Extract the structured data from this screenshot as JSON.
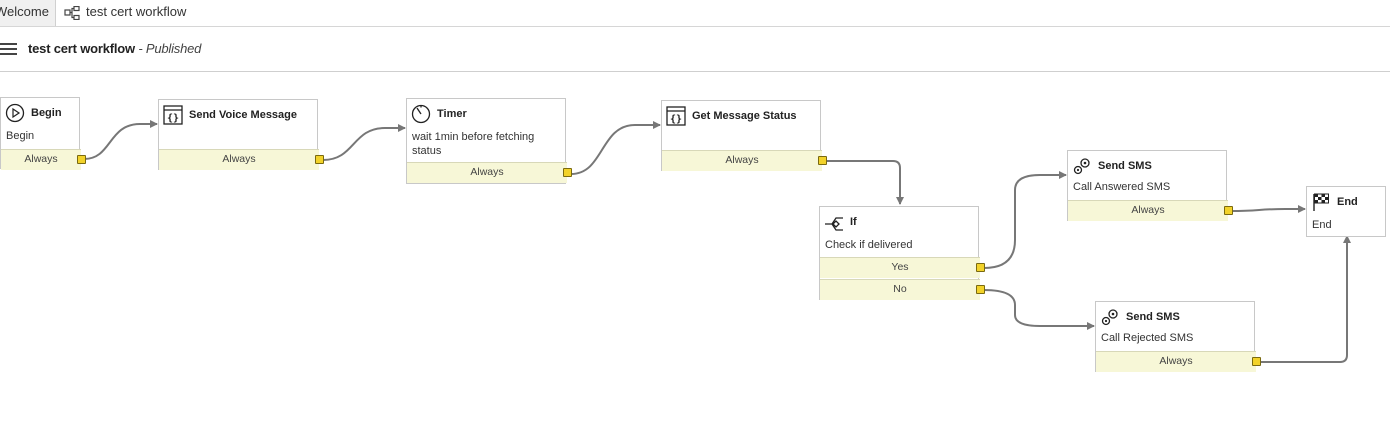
{
  "tabs": [
    {
      "label": "Welcome"
    },
    {
      "label": "test cert workflow"
    }
  ],
  "header": {
    "title": "test cert workflow",
    "status": "- Published"
  },
  "nodes": {
    "begin": {
      "title": "Begin",
      "description": "Begin",
      "ports": [
        "Always"
      ]
    },
    "send_voice": {
      "title": "Send Voice Message",
      "description": "",
      "ports": [
        "Always"
      ]
    },
    "timer": {
      "title": "Timer",
      "description": "wait 1min before fetching status",
      "ports": [
        "Always"
      ]
    },
    "get_status": {
      "title": "Get Message Status",
      "description": "",
      "ports": [
        "Always"
      ]
    },
    "if_node": {
      "title": "If",
      "description": "Check if delivered",
      "ports": [
        "Yes",
        "No"
      ]
    },
    "sms_answered": {
      "title": "Send SMS",
      "description": "Call Answered SMS",
      "ports": [
        "Always"
      ]
    },
    "sms_rejected": {
      "title": "Send SMS",
      "description": "Call Rejected SMS",
      "ports": [
        "Always"
      ]
    },
    "end": {
      "title": "End",
      "description": "End",
      "ports": []
    }
  },
  "icons": {
    "begin": "play-icon",
    "send_voice": "code-block-icon",
    "timer": "timer-icon",
    "get_status": "code-block-icon",
    "if_node": "branch-icon",
    "sms": "gears-icon",
    "end": "checkered-flag-icon"
  },
  "colors": {
    "port_fill": "#f7f7d7",
    "port_knob": "#f2d22a",
    "edge": "#777777"
  }
}
